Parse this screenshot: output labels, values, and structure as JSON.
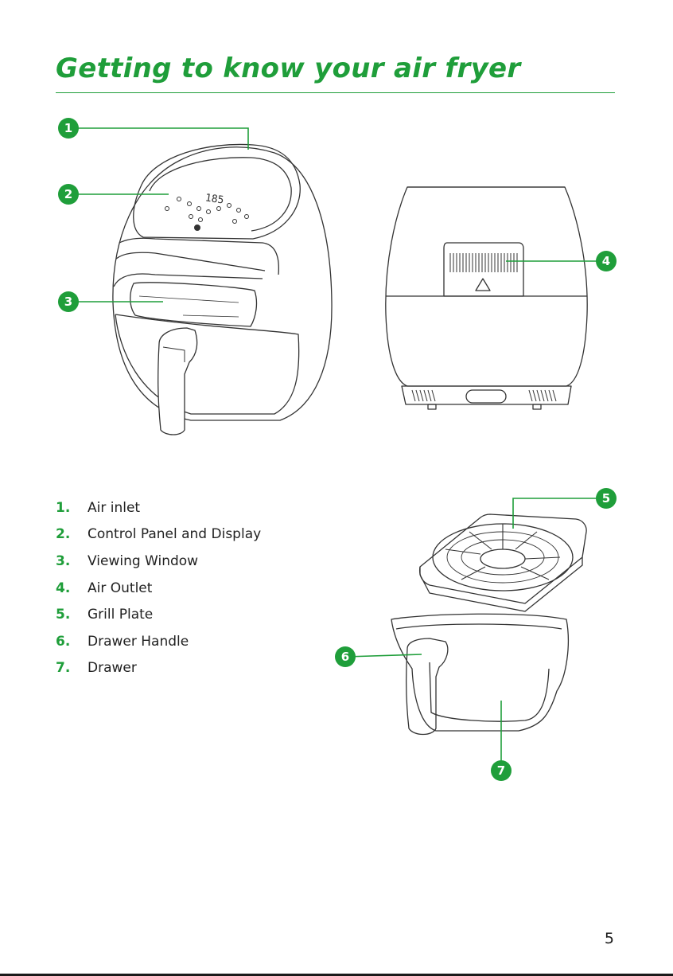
{
  "header": {
    "title": "Getting to know your air fryer"
  },
  "figure": {
    "display_readout": "185",
    "callouts": [
      "1",
      "2",
      "3",
      "4",
      "5",
      "6",
      "7"
    ]
  },
  "parts": [
    {
      "num": "1.",
      "label": "Air inlet"
    },
    {
      "num": "2.",
      "label": "Control Panel and Display"
    },
    {
      "num": "3.",
      "label": "Viewing Window"
    },
    {
      "num": "4.",
      "label": "Air Outlet"
    },
    {
      "num": "5.",
      "label": "Grill Plate"
    },
    {
      "num": "6.",
      "label": "Drawer Handle"
    },
    {
      "num": "7.",
      "label": "Drawer"
    }
  ],
  "footer": {
    "page_number": "5"
  },
  "colors": {
    "accent": "#1f9e3a",
    "line": "#333333",
    "text": "#222222"
  }
}
